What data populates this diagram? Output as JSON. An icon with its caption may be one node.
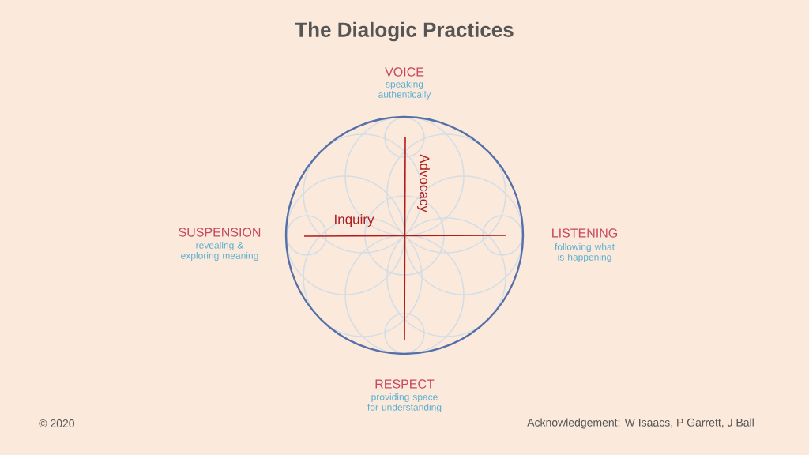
{
  "diagram": {
    "title": "The Dialogic Practices",
    "nodes": [
      {
        "text": [
          "Inquiry",
          "Advocacy"
        ]
      }
    ],
    "labels": [
      "VOICE",
      "speaking authentically",
      "SUSPENSION",
      "revealing & exploring meaning",
      "LISTENING",
      "following what is happening",
      "RESPECT",
      "providing space for understanding",
      "© 2020",
      "Acknowledgement: W Isaacs, P Garrett, J Ball"
    ]
  }
}
